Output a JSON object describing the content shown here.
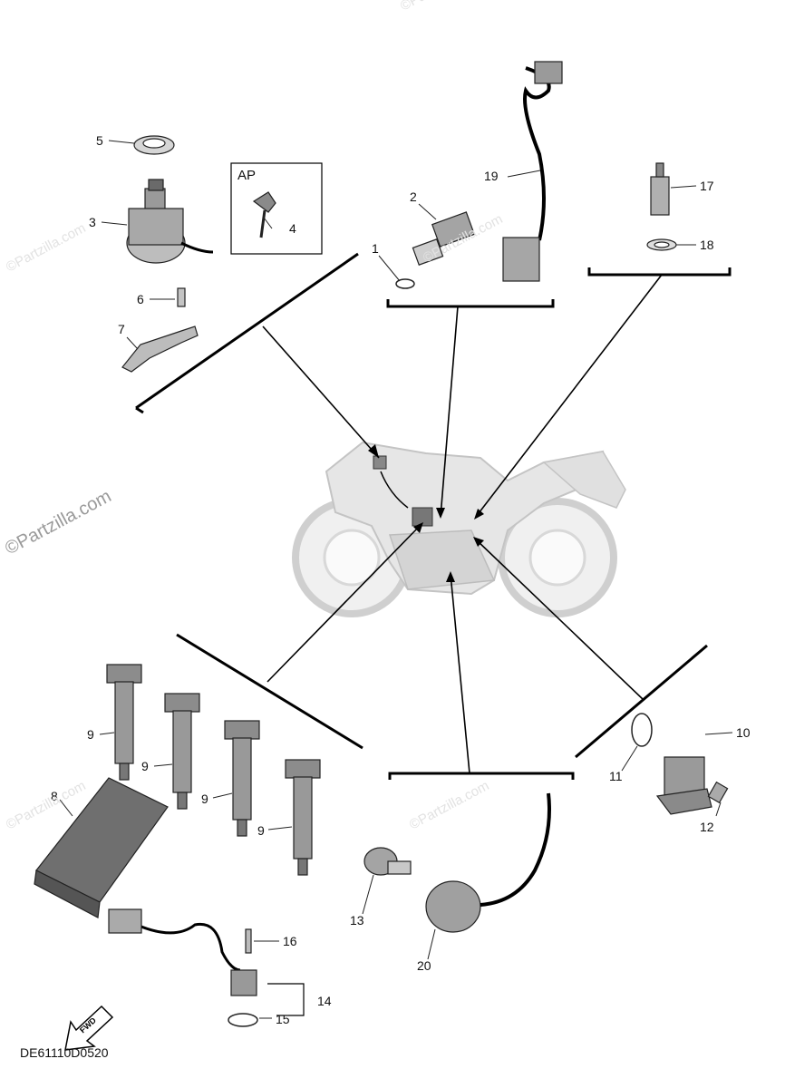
{
  "diagram": {
    "code": "DE61110D0520",
    "watermark": "©Partzilla.com",
    "watermark_faint": "©Partzilla.com",
    "inset_label": "AP",
    "fwd_label": "FWD",
    "callouts": [
      "1",
      "2",
      "3",
      "4",
      "5",
      "6",
      "7",
      "8",
      "9",
      "9",
      "9",
      "9",
      "10",
      "11",
      "12",
      "13",
      "14",
      "15",
      "16",
      "17",
      "18",
      "19",
      "20"
    ]
  }
}
